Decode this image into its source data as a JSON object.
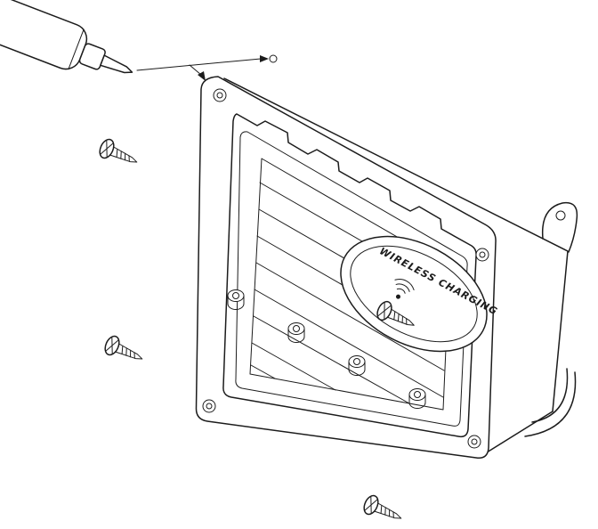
{
  "diagram": {
    "pad_label": "WIRELESS CHARGING",
    "loose_screw_count": 3,
    "installed_screw_count": 1,
    "corner_hole_count": 4
  },
  "colors": {
    "line": "#1c1c1c",
    "background": "#ffffff"
  }
}
